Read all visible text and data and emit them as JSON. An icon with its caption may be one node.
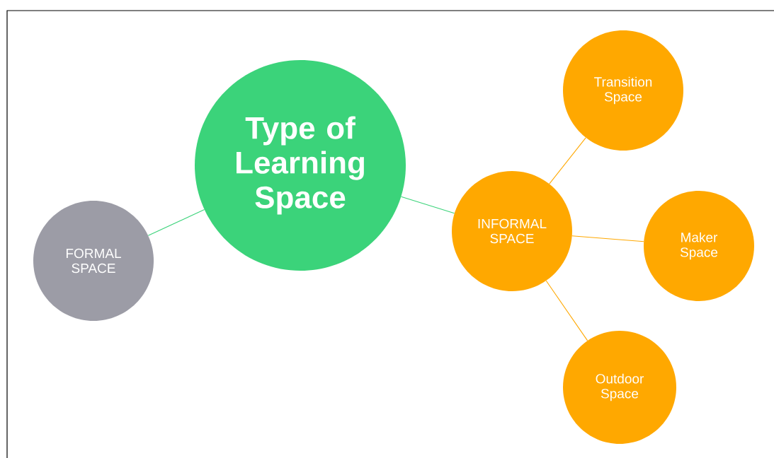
{
  "diagram": {
    "nodes": [
      {
        "text": [
          "Type of Learning Space"
        ]
      },
      {
        "text": [
          "FORMAL SPACE"
        ]
      },
      {
        "text": [
          "INFORMAL SPACE"
        ]
      },
      {
        "text": [
          "Transition Space"
        ]
      },
      {
        "text": [
          "Maker Space"
        ]
      },
      {
        "text": [
          "Outdoor Space"
        ]
      }
    ],
    "edges": [
      {
        "from": 0,
        "to": 1,
        "arrow": "none",
        "color": "#3bd37a"
      },
      {
        "from": 0,
        "to": 2,
        "arrow": "none",
        "color": "#3bd37a"
      },
      {
        "from": 2,
        "to": 3,
        "arrow": "none"
      },
      {
        "from": 2,
        "to": 4,
        "arrow": "none"
      },
      {
        "from": 2,
        "to": 5,
        "arrow": "none"
      }
    ]
  }
}
